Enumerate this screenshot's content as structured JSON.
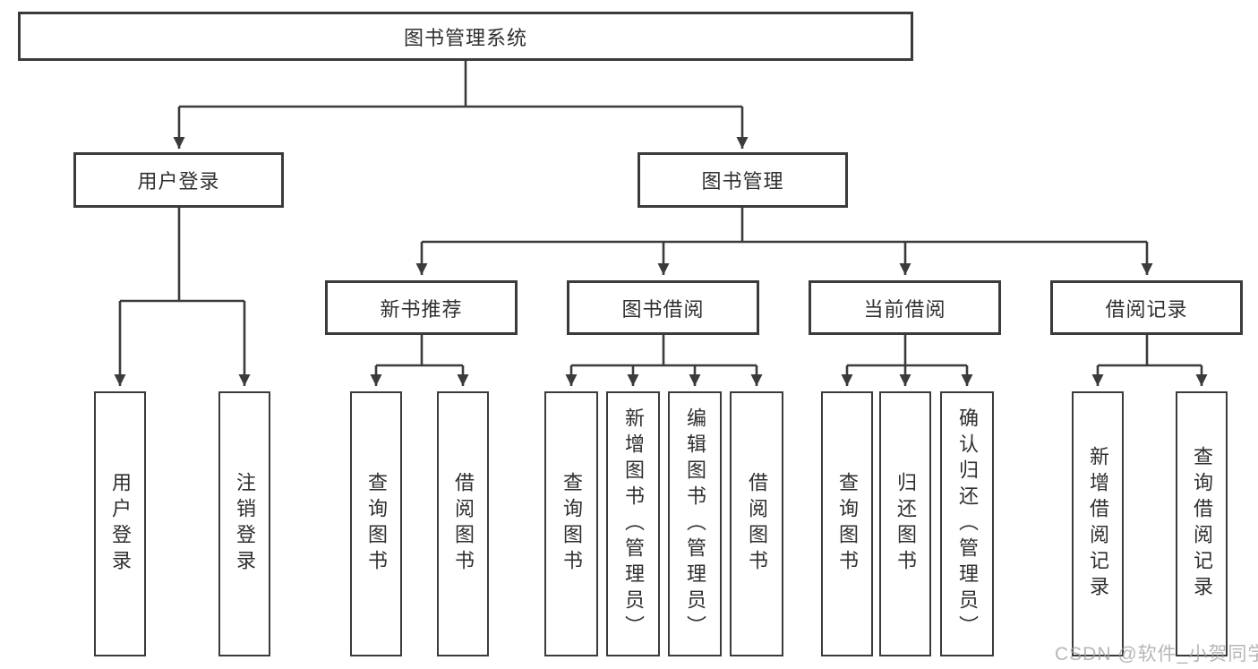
{
  "tree": {
    "root": {
      "label": "图书管理系统",
      "children": [
        {
          "label": "用户登录",
          "children": [
            {
              "label": "用户登录"
            },
            {
              "label": "注销登录"
            }
          ]
        },
        {
          "label": "图书管理",
          "children": [
            {
              "label": "新书推荐",
              "children": [
                {
                  "label": "查询图书"
                },
                {
                  "label": "借阅图书"
                }
              ]
            },
            {
              "label": "图书借阅",
              "children": [
                {
                  "label": "查询图书"
                },
                {
                  "label": "新增图书（管理员）"
                },
                {
                  "label": "编辑图书（管理员）"
                },
                {
                  "label": "借阅图书"
                }
              ]
            },
            {
              "label": "当前借阅",
              "children": [
                {
                  "label": "查询图书"
                },
                {
                  "label": "归还图书"
                },
                {
                  "label": "确认归还（管理员）"
                }
              ]
            },
            {
              "label": "借阅记录",
              "children": [
                {
                  "label": "新增借阅记录"
                },
                {
                  "label": "查询借阅记录"
                }
              ]
            }
          ]
        }
      ]
    }
  },
  "watermark": {
    "text": "CSDN @软件_小贺同学"
  },
  "colors": {
    "line": "#3b3b3b",
    "text": "#2f2f2f",
    "background": "#ffffff",
    "watermark": "#bdbdbd"
  }
}
